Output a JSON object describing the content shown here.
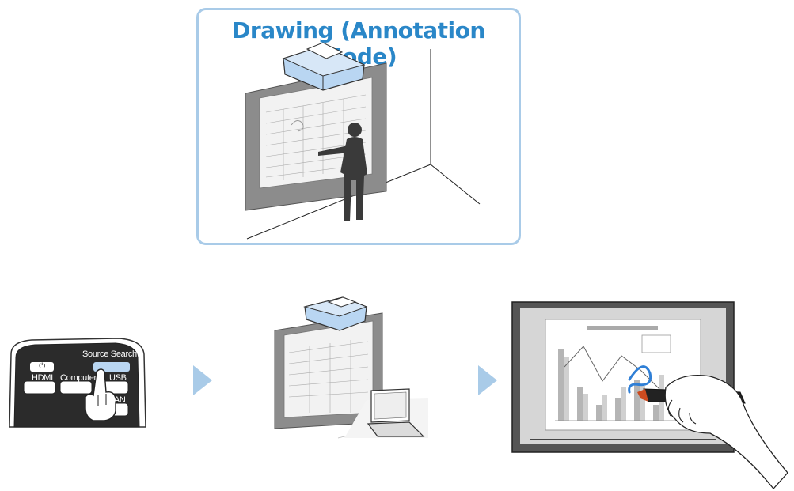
{
  "title": "Drawing (Annotation Mode)",
  "remote": {
    "power_symbol": "⏻",
    "buttons": {
      "source_search": "Source Search",
      "hdmi": "HDMI",
      "computer": "Computer",
      "usb": "USB",
      "lan": "LAN"
    }
  },
  "colors": {
    "title": "#2a87c8",
    "panel_border": "#a9cbe8",
    "arrow": "#a9cbe8",
    "projector": "#b9d6f2",
    "annotation_stroke": "#2f7fd6"
  },
  "icons": [
    "projector-icon",
    "presenter-figure",
    "remote-control",
    "laptop-icon",
    "interactive-pen",
    "hand-icon"
  ]
}
